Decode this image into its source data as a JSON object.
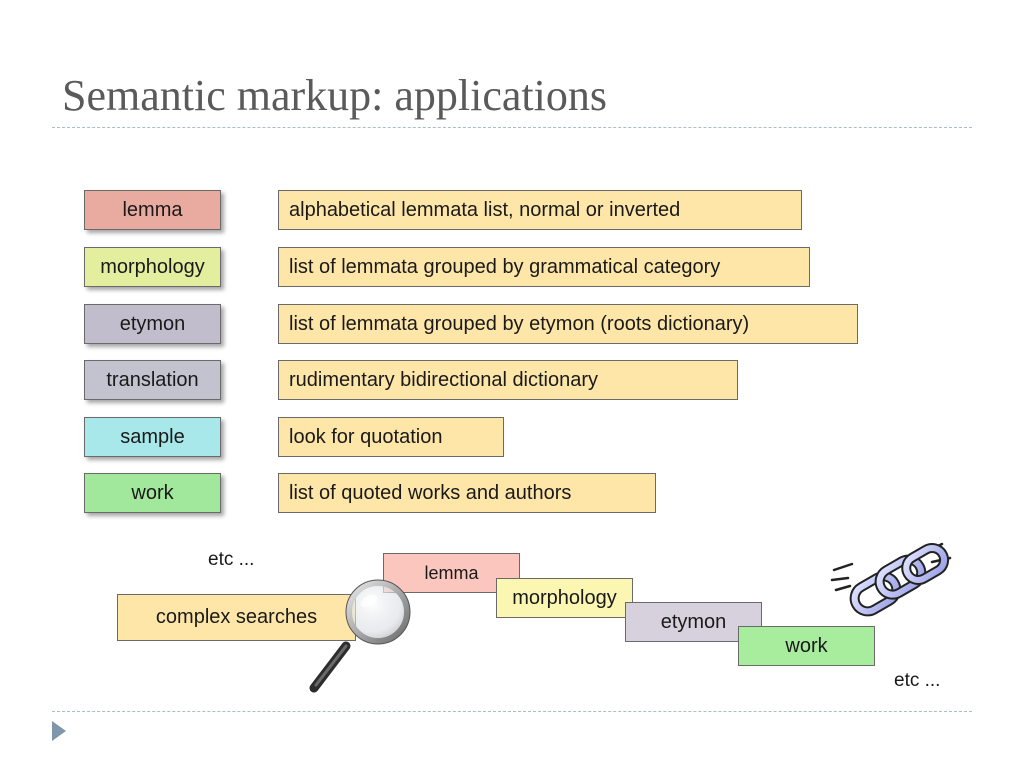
{
  "title": "Semantic markup: applications",
  "rows": [
    {
      "tag": "lemma",
      "tag_color": "#e9aba0",
      "desc": "alphabetical lemmata list, normal or inverted"
    },
    {
      "tag": "morphology",
      "tag_color": "#e3ee9f",
      "desc": "list of lemmata grouped by grammatical category"
    },
    {
      "tag": "etymon",
      "tag_color": "#c2bdcc",
      "desc": "list of lemmata grouped by etymon (roots dictionary)"
    },
    {
      "tag": "translation",
      "tag_color": "#c3c3d0",
      "desc": "rudimentary bidirectional dictionary"
    },
    {
      "tag": "sample",
      "tag_color": "#a9e8ea",
      "desc": "look for quotation"
    },
    {
      "tag": "work",
      "tag_color": "#a2e89c",
      "desc": "list of quoted works and authors"
    }
  ],
  "etc_top": "etc ...",
  "etc_bottom": "etc ...",
  "complex_searches": "complex searches",
  "chain_boxes": [
    {
      "label": "lemma",
      "color": "#fbc6bd"
    },
    {
      "label": "morphology",
      "color": "#fbf6b1"
    },
    {
      "label": "etymon",
      "color": "#d6d1dc"
    },
    {
      "label": "work",
      "color": "#a8ec9e"
    }
  ],
  "colors": {
    "description_fill": "#fde6a8",
    "title_text": "#5a5a5a",
    "rule": "#a9bcc9"
  },
  "icons": [
    "magnifying-glass-icon",
    "chain-link-icon",
    "nav-arrow-icon"
  ]
}
